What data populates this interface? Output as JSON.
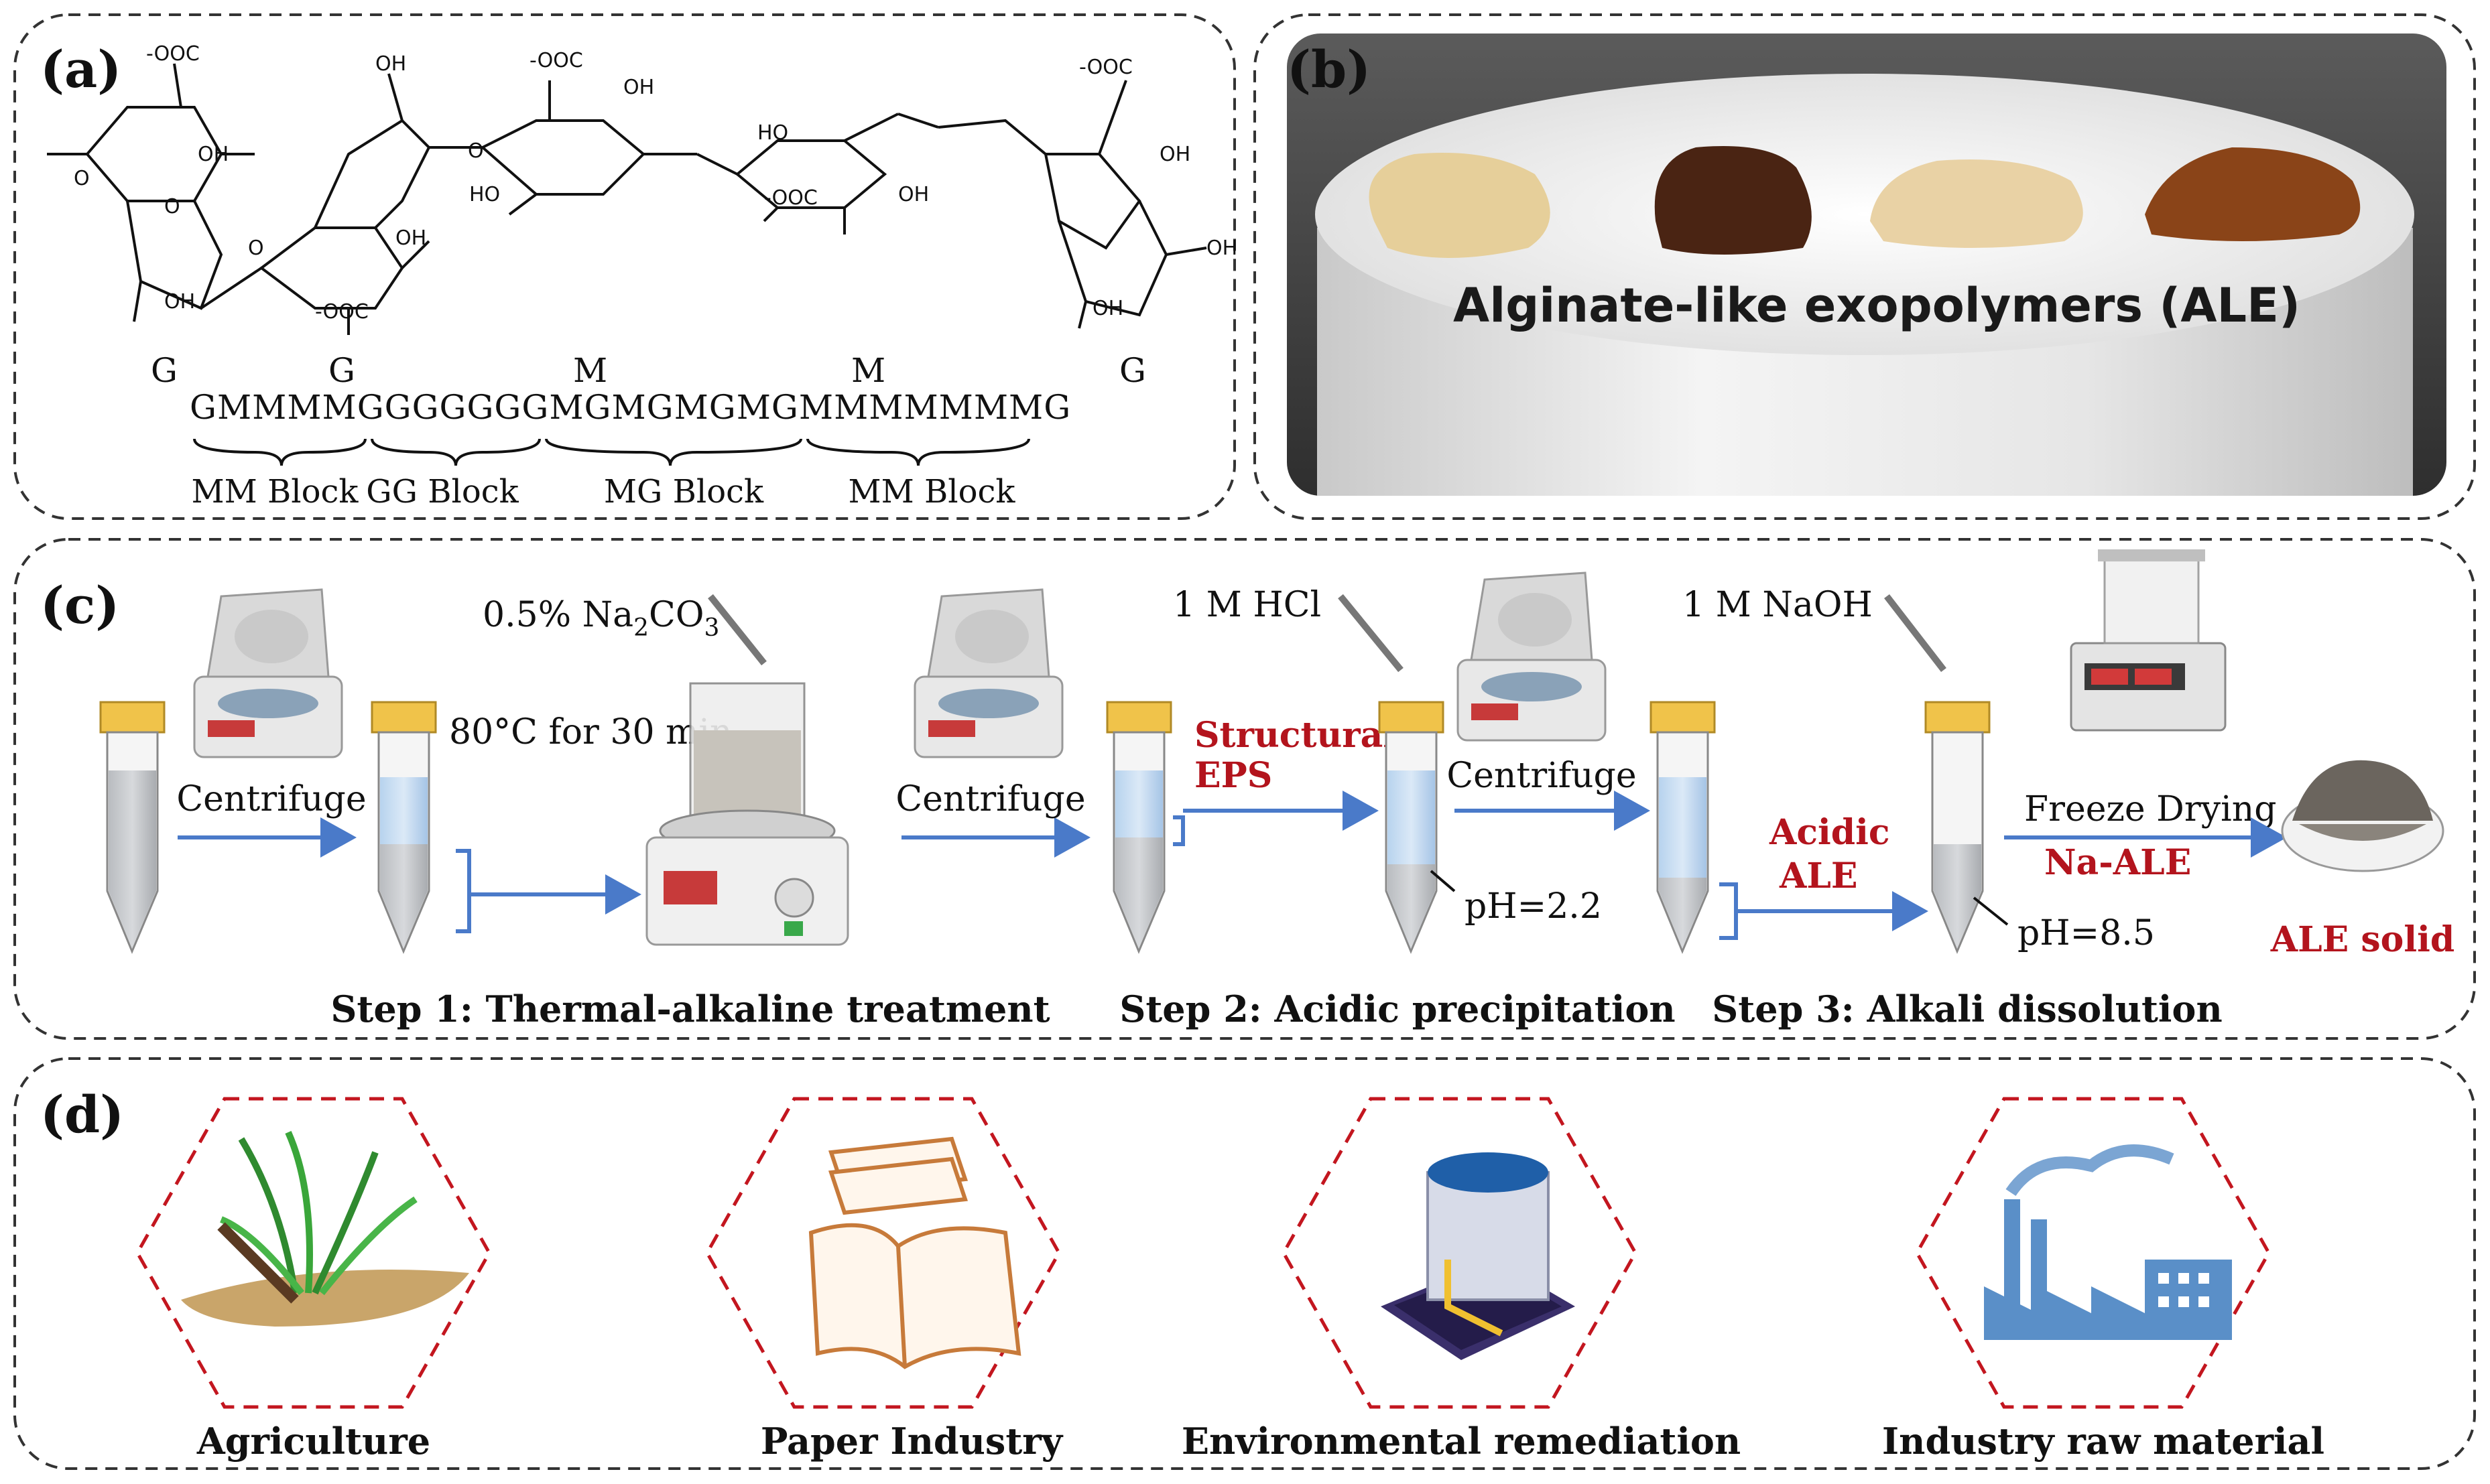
{
  "panels": {
    "a": {
      "label": "(a)",
      "chem_labels": {
        "coo1": "-OOC",
        "oh1": "OH",
        "oh2": "OH",
        "oh3": "OH",
        "coo2": "-OOC",
        "oh4": "OH",
        "coo3": "-OOC",
        "oh5": "OH",
        "ho1": "HO",
        "ho2": "HO",
        "coo4": "-OOC",
        "oh6": "OH",
        "coo5": "-OOC",
        "oh7": "OH",
        "oh8": "OH",
        "oh9": "OH",
        "o": "O"
      },
      "sequence_markers": [
        "G",
        "G",
        "M",
        "M",
        "G"
      ],
      "sequence": "GMMMMGGGGGGGMGMGMGMGMMMMMMMG",
      "blocks": [
        "MM Block",
        "GG Block",
        "MG Block",
        "MM Block"
      ]
    },
    "b": {
      "label": "(b)",
      "caption": "Alginate-like exopolymers (ALE)"
    },
    "c": {
      "label": "(c)",
      "reagent1": "0.5% Na",
      "reagent1_sub": "2",
      "reagent1_suffix": "CO",
      "reagent1_sub2": "3",
      "heating": "80°C for 30 min",
      "reagent2": "1 M HCl",
      "reagent3": "1 M NaOH",
      "centrifuge": "Centrifuge",
      "structural": "Structural",
      "eps": "EPS",
      "acidic": "Acidic",
      "ale": "ALE",
      "ph1": "pH=2.2",
      "ph2": "pH=8.5",
      "freeze": "Freeze Drying",
      "na_ale": "Na-ALE",
      "ale_solid": "ALE solid",
      "step1": "Step 1: Thermal-alkaline  treatment",
      "step2": "Step 2: Acidic precipitation",
      "step3": "Step 3: Alkali dissolution"
    },
    "d": {
      "label": "(d)",
      "applications": [
        "Agriculture",
        "Paper Industry",
        "Environmental remediation",
        "Industry raw material"
      ]
    }
  },
  "colors": {
    "arrow": "#4a7ac9",
    "accent_red": "#b3141d",
    "hexagon": "#c3161f"
  }
}
